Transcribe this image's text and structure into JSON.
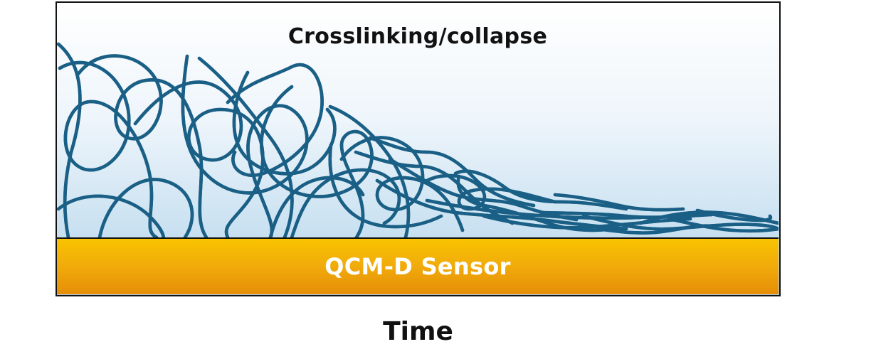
{
  "diagram": {
    "title": "Crosslinking/collapse",
    "sensor_label": "QCM-D Sensor",
    "axis_label": "Time"
  },
  "colors": {
    "strand": "#1f6e98",
    "strand_highlight": "#3f95c0",
    "sensor_top": "#f8c400",
    "sensor_bottom": "#e58e08",
    "film_top": "#ffffff",
    "film_bottom": "#a9cfea",
    "outline": "#111111"
  }
}
